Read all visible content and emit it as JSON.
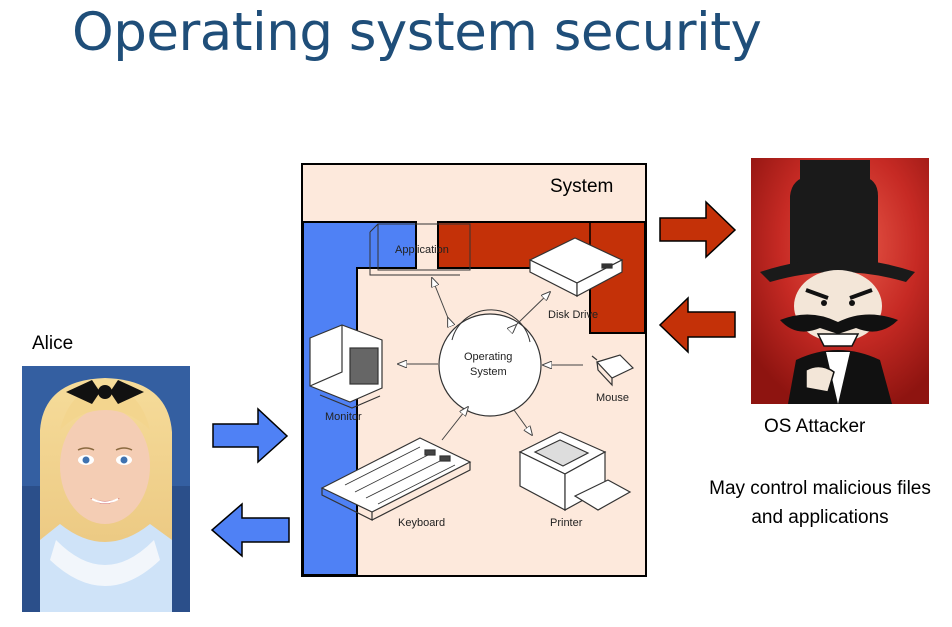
{
  "slide": {
    "title": "Operating system security"
  },
  "diagram": {
    "system_label": "System",
    "core_label_line1": "Operating",
    "core_label_line2": "System",
    "components": {
      "application": "Application",
      "disk_drive": "Disk Drive",
      "monitor": "Monitor",
      "mouse": "Mouse",
      "keyboard": "Keyboard",
      "printer": "Printer"
    }
  },
  "actors": {
    "user_name": "Alice",
    "attacker_name": "OS  Attacker",
    "attacker_note": "May control malicious files and applications"
  },
  "colors": {
    "title": "#1f4e79",
    "system_fill": "#fde9dc",
    "user_zone": "#4f81f5",
    "attacker_zone": "#c43108"
  }
}
